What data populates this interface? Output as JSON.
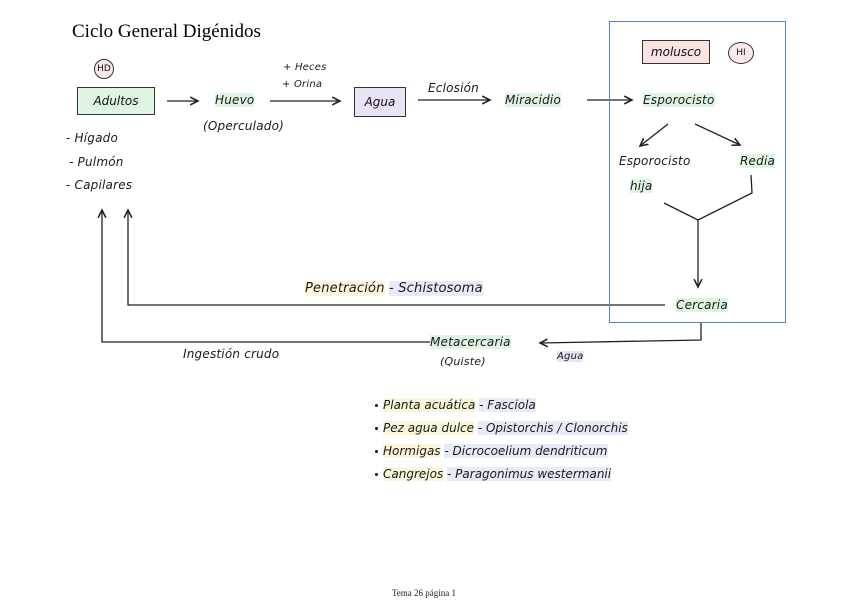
{
  "title": "Ciclo General Digénidos",
  "definitive_host": {
    "badge": "HD",
    "stage": "Adultos",
    "locations": [
      "- Hígado",
      "- Pulmón",
      "- Capilares"
    ]
  },
  "flow": {
    "egg": "Huevo",
    "egg_note": "(Operculado)",
    "arrow_label_top": "+ Heces",
    "arrow_label_bottom": "+ Orina",
    "water": "Agua",
    "hatching": "Eclosión",
    "miracidium": "Miracidio"
  },
  "intermediate_host": {
    "label": "molusco",
    "badge": "HI",
    "sporocyst": "Esporocisto",
    "daughter_sporocyst_line1": "Esporocisto",
    "daughter_sporocyst_line2": "hija",
    "redia": "Redia",
    "cercaria": "Cercaria"
  },
  "return_paths": {
    "penetration": "Penetración",
    "penetration_example": "- Schistosoma",
    "metacercaria": "Metacercaria",
    "metacercaria_note": "(Quiste)",
    "water_label": "Agua",
    "ingestion": "Ingestión crudo"
  },
  "examples": [
    {
      "source": "Planta acuática",
      "genus": "- Fasciola"
    },
    {
      "source": "Pez agua dulce",
      "genus": "- Opistorchis / Clonorchis"
    },
    {
      "source": "Hormigas",
      "genus": "- Dicrocoelium dendriticum"
    },
    {
      "source": "Cangrejos",
      "genus": "- Paragonimus westermanii"
    }
  ],
  "footer": "Tema 26 página 1"
}
